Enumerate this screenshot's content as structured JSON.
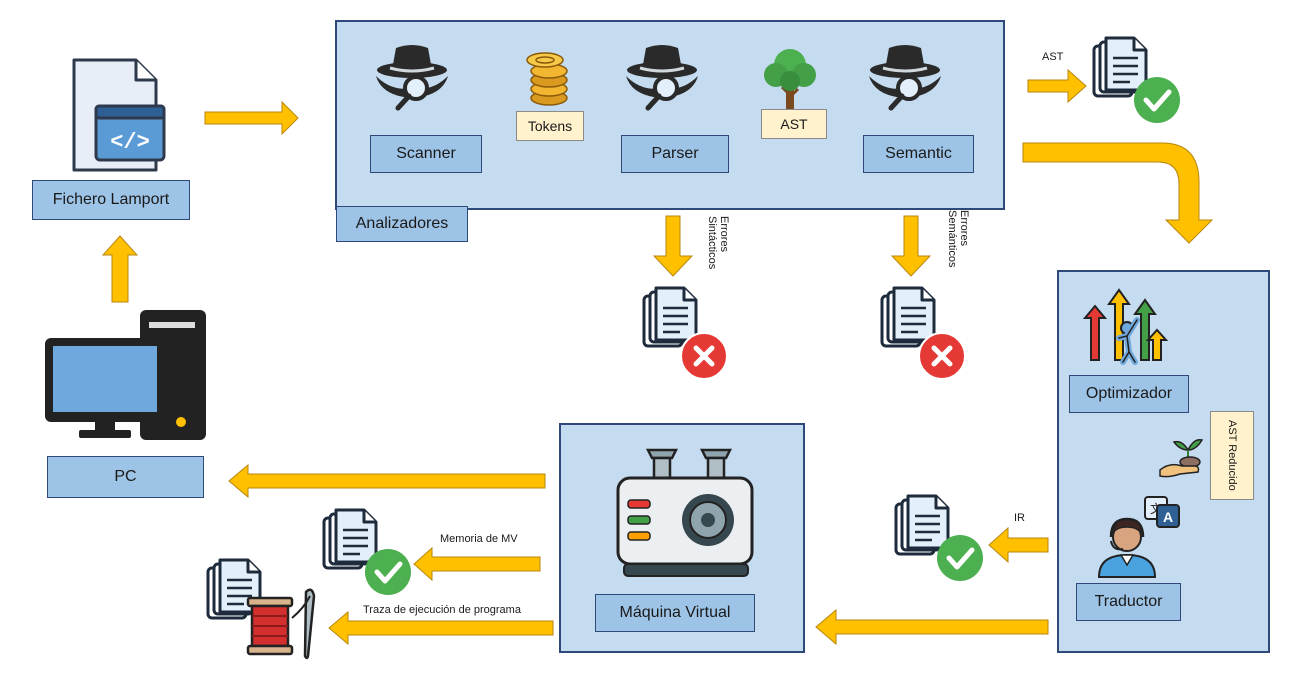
{
  "colors": {
    "container_fill": "#c5dcf0",
    "container_border": "#2f4a7a",
    "label_fill": "#9dc3e6",
    "note_fill": "#fff2cc",
    "arrow_fill": "#ffc000",
    "ok_green": "#4caf50",
    "error_red": "#e53935"
  },
  "nodes": {
    "fichero": "Fichero Lamport",
    "pc": "PC",
    "analizadores": "Analizadores",
    "scanner": "Scanner",
    "parser": "Parser",
    "semantic": "Semantic",
    "optimizador": "Optimizador",
    "traductor": "Traductor",
    "maquina": "Máquina Virtual"
  },
  "notes": {
    "tokens": "Tokens",
    "ast": "AST",
    "ast_reducido": "AST Reducido"
  },
  "labels": {
    "ast_out": "AST",
    "errores_sintacticos": "Errores Sintácticos",
    "errores_semanticos": "Errores Semánticos",
    "ir": "IR",
    "memoria_mv": "Memoria de MV",
    "traza": "Traza de ejecución de programa"
  },
  "icons": [
    "code-file-icon",
    "computer-icon",
    "spy-icon",
    "coins-icon",
    "tree-icon",
    "document-check-icon",
    "document-error-icon",
    "growth-icon",
    "plant-hand-icon",
    "translate-icon",
    "operator-icon",
    "machine-gear-icon",
    "thread-needle-icon"
  ]
}
